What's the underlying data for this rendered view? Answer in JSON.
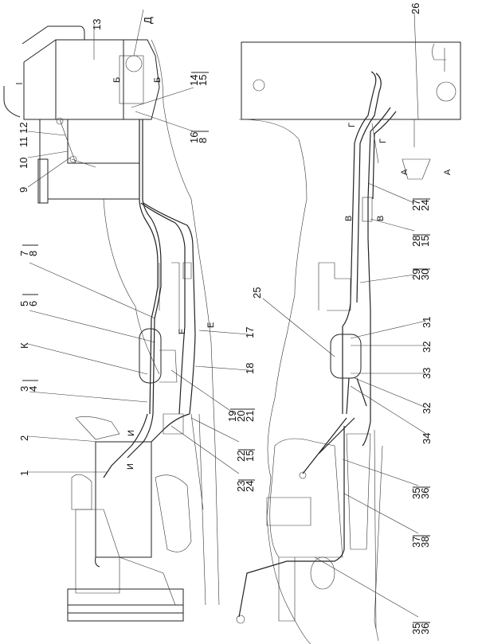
{
  "callouts": {
    "c1": "1",
    "c2": "2",
    "c3": "3",
    "c4": "4",
    "c5": "5",
    "c6": "6",
    "c7": "7",
    "c8a": "8",
    "c8b": "8",
    "c9": "9",
    "c10": "10",
    "c11_12": "11 12",
    "c13": "13",
    "c14": "14",
    "c15a": "15",
    "c15b": "15",
    "c15c": "15",
    "c16": "16",
    "c17": "17",
    "c18": "18",
    "c19": "19",
    "c20": "20",
    "c21": "21",
    "c22": "22",
    "c23": "23",
    "c24a": "24",
    "c24b": "24",
    "c25": "25",
    "c26": "26",
    "c27": "27",
    "c28": "28",
    "c29": "29",
    "c30": "30",
    "c31": "31",
    "c32a": "32",
    "c32b": "32",
    "c33": "33",
    "c34": "34",
    "c35a": "35",
    "c36a": "36",
    "c35b": "35",
    "c36b": "36",
    "c37": "37",
    "c38": "38",
    "cK": "К"
  },
  "section_marks": {
    "D": "Д",
    "B1": "Б",
    "B2": "Б",
    "E1": "Е",
    "E2": "Е",
    "I1": "И",
    "I2": "И",
    "G1": "Г",
    "G2": "Г",
    "A1": "А",
    "A2": "А",
    "V1": "В",
    "V2": "В"
  }
}
